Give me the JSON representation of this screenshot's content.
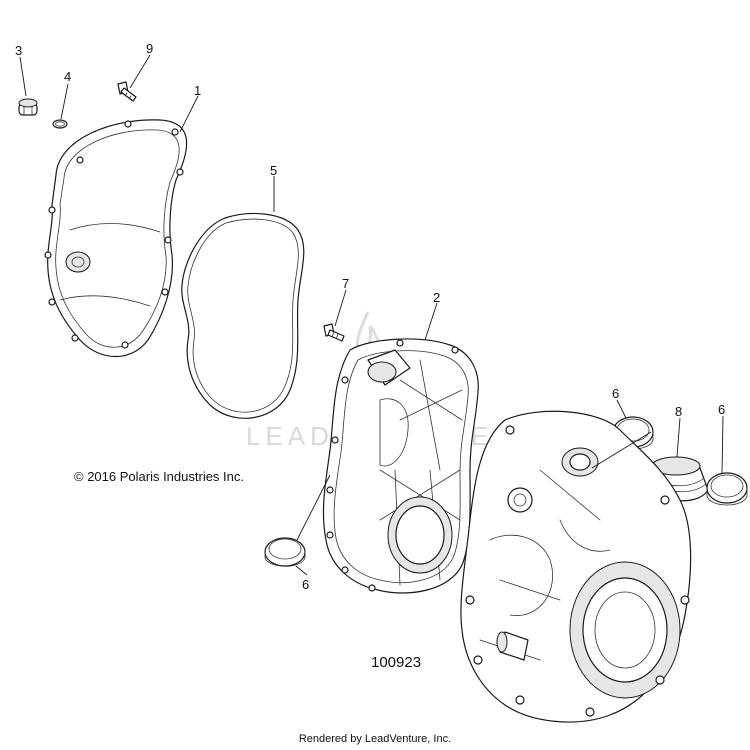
{
  "copyright": "© 2016 Polaris Industries Inc.",
  "diagram_id": "100923",
  "footer": "Rendered by LeadVenture, Inc.",
  "watermark": "LEADVENTURE",
  "callouts": {
    "c3": "3",
    "c4": "4",
    "c9": "9",
    "c1": "1",
    "c5": "5",
    "c7": "7",
    "c2": "2",
    "c6a": "6",
    "c8": "8",
    "c6b": "6",
    "c6c": "6"
  }
}
